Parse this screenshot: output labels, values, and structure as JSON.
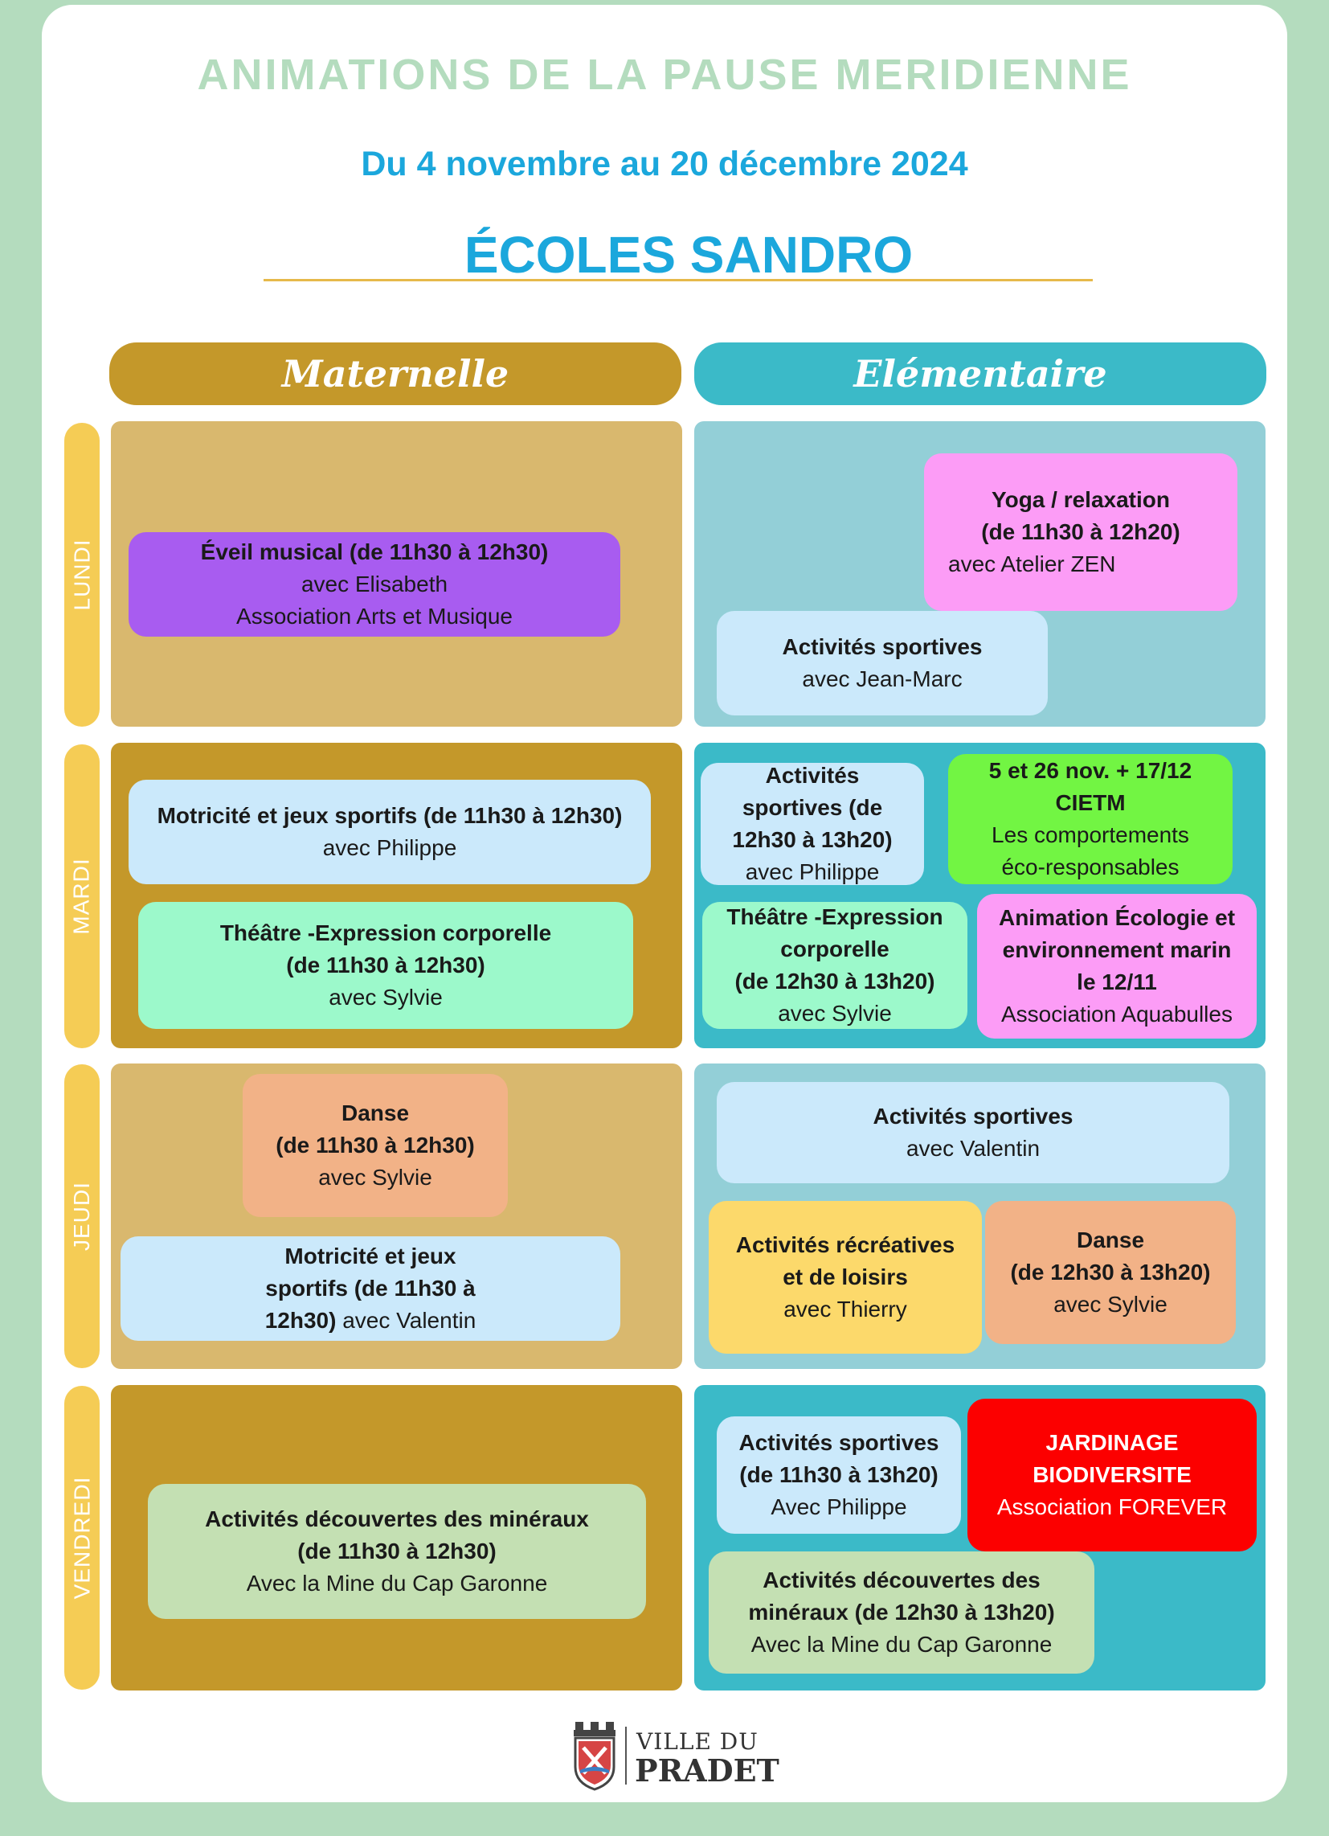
{
  "header": {
    "title": "ANIMATIONS DE LA PAUSE MERIDIENNE",
    "dates": "Du 4 novembre au 20 décembre 2024",
    "school": "ÉCOLES SANDRO"
  },
  "columns": {
    "maternelle": "Maternelle",
    "elementaire": "Elémentaire"
  },
  "days": {
    "lundi": "LUNDI",
    "mardi": "MARDI",
    "jeudi": "JEUDI",
    "vendredi": "VENDREDI"
  },
  "lundi": {
    "mat_eveil": [
      "Éveil musical (de 11h30 à 12h30)",
      "avec Elisabeth",
      "Association Arts et Musique"
    ],
    "ele_yoga": [
      "Yoga / relaxation",
      "(de 11h30 à 12h20)",
      "avec Atelier ZEN"
    ],
    "ele_sport": [
      "Activités sportives",
      "avec Jean-Marc"
    ]
  },
  "mardi": {
    "mat_motricite": [
      "Motricité et jeux sportifs (de 11h30 à 12h30)",
      "avec  Philippe"
    ],
    "mat_theatre": [
      "Théâtre -Expression corporelle",
      "(de 11h30 à 12h30)",
      "avec Sylvie"
    ],
    "ele_sport": [
      "Activités",
      "sportives (de",
      "12h30 à 13h20)",
      "avec Philippe"
    ],
    "ele_cietm": [
      "5 et 26 nov. + 17/12",
      "CIETM",
      "Les comportements",
      "éco-responsables"
    ],
    "ele_theatre": [
      "Théâtre -Expression",
      "corporelle",
      "(de 12h30 à 13h20)",
      "avec Sylvie"
    ],
    "ele_ecologie": [
      "Animation Écologie et",
      "environnement marin",
      "le 12/11",
      "Association Aquabulles"
    ]
  },
  "jeudi": {
    "mat_danse": [
      "Danse",
      "(de 11h30 à 12h30)",
      "avec Sylvie"
    ],
    "mat_motricite": [
      "Motricité et jeux",
      "sportifs (de 11h30 à",
      "12h30)",
      " avec Valentin"
    ],
    "ele_sport": [
      "Activités sportives",
      "avec Valentin"
    ],
    "ele_recreatives": [
      "Activités récréatives",
      "et de loisirs",
      "avec Thierry"
    ],
    "ele_danse": [
      "Danse",
      "(de 12h30 à 13h20)",
      "avec Sylvie"
    ]
  },
  "vendredi": {
    "mat_mineraux": [
      "Activités découvertes des minéraux",
      "(de 11h30 à 12h30)",
      "Avec la Mine du Cap Garonne"
    ],
    "ele_sport": [
      "Activités sportives",
      "(de 11h30 à 13h20)",
      "Avec  Philippe"
    ],
    "ele_jardinage": [
      "JARDINAGE",
      "BIODIVERSITE",
      "Association FOREVER"
    ],
    "ele_mineraux": [
      "Activités découvertes des",
      "minéraux (de 12h30 à 13h20)",
      "Avec la Mine du Cap Garonne"
    ]
  },
  "footer": {
    "logo_line1": "VILLE DU",
    "logo_line2": "PRADET"
  },
  "colors": {
    "background": "#b4dcbe",
    "maternelle": "#c4982a",
    "elementaire": "#3bbac8",
    "day_tab": "#f5cc55",
    "title_blue": "#1ba7dc"
  }
}
